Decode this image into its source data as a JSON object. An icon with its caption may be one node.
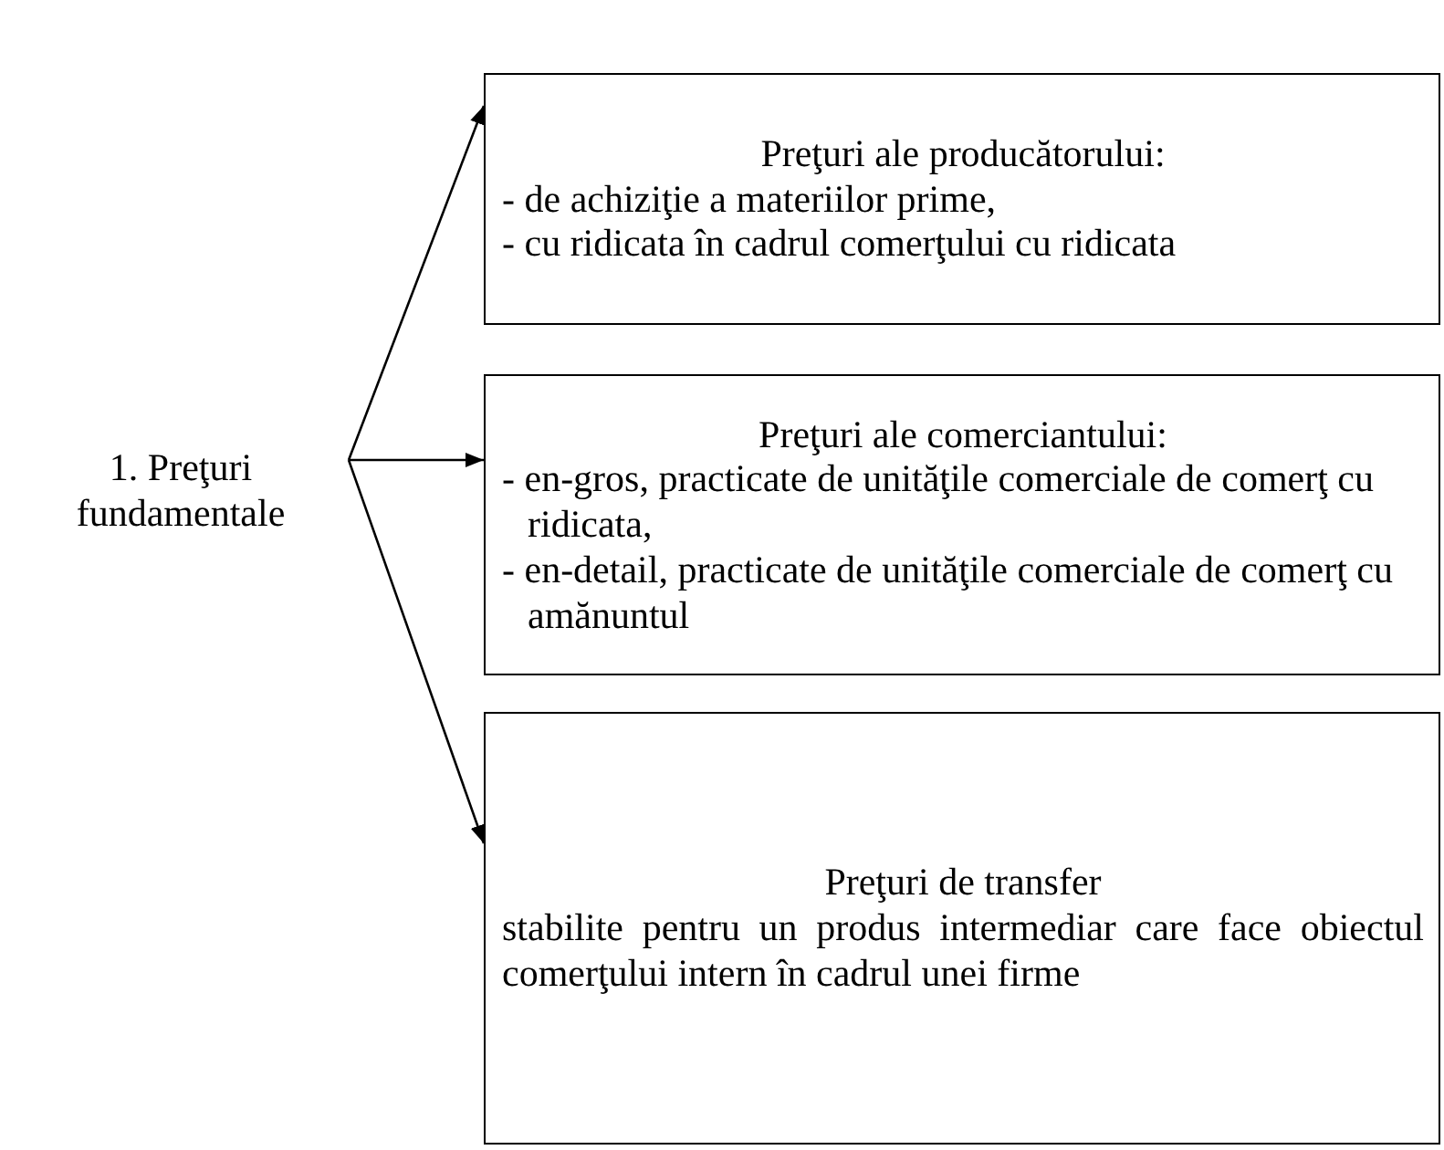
{
  "diagram": {
    "nodes": [
      {
        "text": [
          "1. Preţuri fundamentale"
        ]
      },
      {
        "text": [
          "Preţuri ale producătorului:",
          "- de achiziţie a materiilor prime,",
          "- cu ridicata în cadrul comerţului cu ridicata"
        ]
      },
      {
        "text": [
          "Preţuri ale comerciantului:",
          "- en-gros, practicate de unităţile comerciale de comerţ cu ridicata,",
          "- en-detail, practicate de unităţile comerciale de comerţ cu amănuntul"
        ]
      },
      {
        "text": [
          "Preţuri de transfer",
          "stabilite pentru un produs intermediar care face obiectul comerţului intern în cadrul unei firme"
        ]
      }
    ],
    "edges": [
      {
        "from": 0,
        "to": 1,
        "arrow": "to"
      },
      {
        "from": 0,
        "to": 2,
        "arrow": "to"
      },
      {
        "from": 0,
        "to": 3,
        "arrow": "to"
      }
    ]
  }
}
